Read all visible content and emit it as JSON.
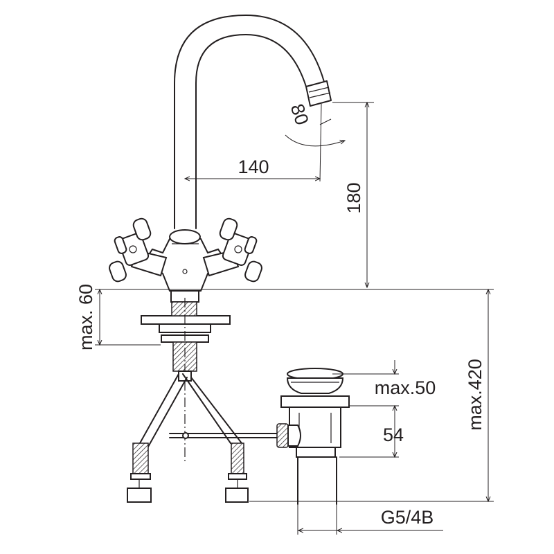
{
  "dimensions": {
    "spout_rotation": "80",
    "spout_reach": "140",
    "spout_height": "180",
    "deck_thickness": "max. 60",
    "total_height": "max.420",
    "drain_plug_height": "max.50",
    "drain_body_height": "54",
    "drain_thread": "G5/4B"
  }
}
